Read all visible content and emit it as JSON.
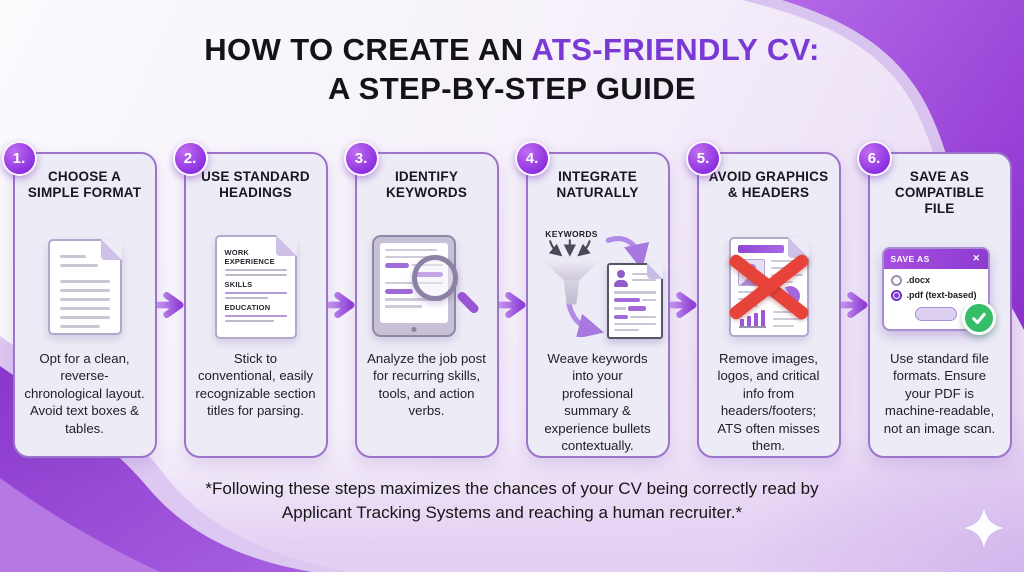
{
  "title": {
    "line1_prefix": "HOW TO CREATE AN",
    "line1_accent": "ATS-FRIENDLY CV:",
    "line2": "A STEP-BY-STEP GUIDE"
  },
  "colors": {
    "accent_purple": "#7a38d5",
    "badge_purple": "#8a2ee0",
    "card_border": "#9c74cc",
    "error_red": "#e8433a",
    "success_green": "#35bd67"
  },
  "steps": [
    {
      "number": "1.",
      "title": "CHOOSE A SIMPLE FORMAT",
      "description": "Opt for a clean, reverse-chronological layout. Avoid text boxes & tables.",
      "icon": "simple-document-icon"
    },
    {
      "number": "2.",
      "title": "USE STANDARD HEADINGS",
      "description": "Stick to conventional, easily recognizable section titles for parsing.",
      "icon": "headings-document-icon",
      "icon_headings": [
        "WORK EXPERIENCE",
        "SKILLS",
        "EDUCATION"
      ]
    },
    {
      "number": "3.",
      "title": "IDENTIFY KEYWORDS",
      "description": "Analyze the job post for recurring skills, tools, and action verbs.",
      "icon": "tablet-magnifier-icon"
    },
    {
      "number": "4.",
      "title": "INTEGRATE NATURALLY",
      "description": "Weave keywords into your professional summary & experience bullets contextually.",
      "icon": "keywords-funnel-icon",
      "icon_label": "KEYWORDS"
    },
    {
      "number": "5.",
      "title": "AVOID GRAPHICS & HEADERS",
      "description": "Remove images, logos, and critical info from headers/footers; ATS often misses them.",
      "icon": "crossed-document-icon"
    },
    {
      "number": "6.",
      "title": "SAVE AS COMPATIBLE FILE",
      "description": "Use standard file formats. Ensure your PDF is machine-readable, not an image scan.",
      "icon": "save-dialog-icon",
      "dialog": {
        "title": "SAVE AS",
        "close_label": "✕",
        "options": [
          {
            "label": ".docx",
            "selected": false
          },
          {
            "label": ".pdf (text-based)",
            "selected": true
          }
        ]
      }
    }
  ],
  "footer": "*Following these steps maximizes the chances of your CV being correctly read by Applicant Tracking Systems and reaching a human recruiter.*"
}
